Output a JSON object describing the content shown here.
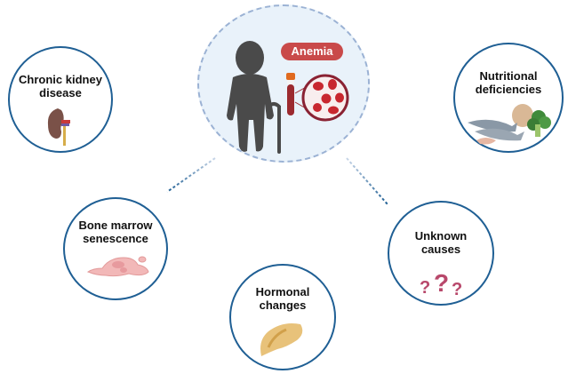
{
  "diagram": {
    "title": "Causes of anemia in the elderly",
    "center": {
      "badge_label": "Anemia",
      "icons": [
        "elderly-person-with-cane-icon",
        "blood-tube-icon",
        "red-blood-cells-magnified-icon"
      ]
    },
    "nodes": [
      {
        "id": "ckd",
        "label_lines": [
          "Chronic kidney",
          "disease"
        ],
        "icon": "kidney-icon"
      },
      {
        "id": "nutrition",
        "label_lines": [
          "Nutritional",
          "deficiencies"
        ],
        "icon": "food-fish-egg-broccoli-shrimp-icon"
      },
      {
        "id": "marrow",
        "label_lines": [
          "Bone marrow",
          "senescence"
        ],
        "icon": "bone-marrow-tissue-icon"
      },
      {
        "id": "hormonal",
        "label_lines": [
          "Hormonal",
          "changes"
        ],
        "icon": "gland-icon"
      },
      {
        "id": "unknown",
        "label_lines": [
          "Unknown",
          "causes"
        ],
        "icon": "question-marks-icon"
      }
    ],
    "colors": {
      "hub_fill": "#e9f2fa",
      "hub_border": "#9bb2d4",
      "node_border": "#1f5f94",
      "badge": "#c94a4a",
      "connector_dark": "#1f5f94",
      "connector_light": "#c8d6e8"
    }
  }
}
